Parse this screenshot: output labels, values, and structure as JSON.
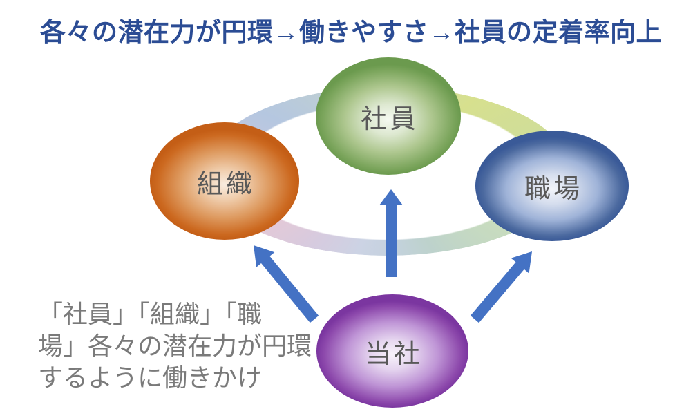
{
  "title": "各々の潜在力が円環→働きやすさ→社員の定着率向上",
  "title_color": "#2b4c94",
  "diagram": {
    "type": "cycle-diagram",
    "nodes": [
      {
        "id": "employee",
        "label": "社員",
        "color": "#6b9a4e",
        "position": "top-center"
      },
      {
        "id": "organization",
        "label": "組織",
        "color": "#c45e16",
        "position": "middle-left"
      },
      {
        "id": "workplace",
        "label": "職場",
        "color": "#3a5a98",
        "position": "middle-right"
      },
      {
        "id": "company",
        "label": "当社",
        "color": "#7b36a0",
        "position": "bottom-center"
      }
    ],
    "ring": {
      "meaning": "円環 (circular flow) connecting 社員・組織・職場",
      "colors": [
        "#d7e08e",
        "#c8dcbe",
        "#bdd2cc",
        "#c4d2de",
        "#d6cbdf",
        "#e2c9d8",
        "#b5c7e0",
        "#c8d5c2"
      ]
    },
    "arrows": {
      "color": "#4472c4",
      "items": [
        {
          "from": "当社",
          "to": "組織"
        },
        {
          "from": "当社",
          "to": "社員"
        },
        {
          "from": "当社",
          "to": "職場"
        }
      ]
    },
    "label_text_color": "#595959"
  },
  "caption": {
    "color": "#7a7a7a",
    "full_text": "「社員」「組織」「職場」各々の潜在力が円環するように働きかけ",
    "lines": [
      "「社員」「組織」「職",
      "場」各々の潜在力が円環",
      "するように働きかけ"
    ]
  }
}
